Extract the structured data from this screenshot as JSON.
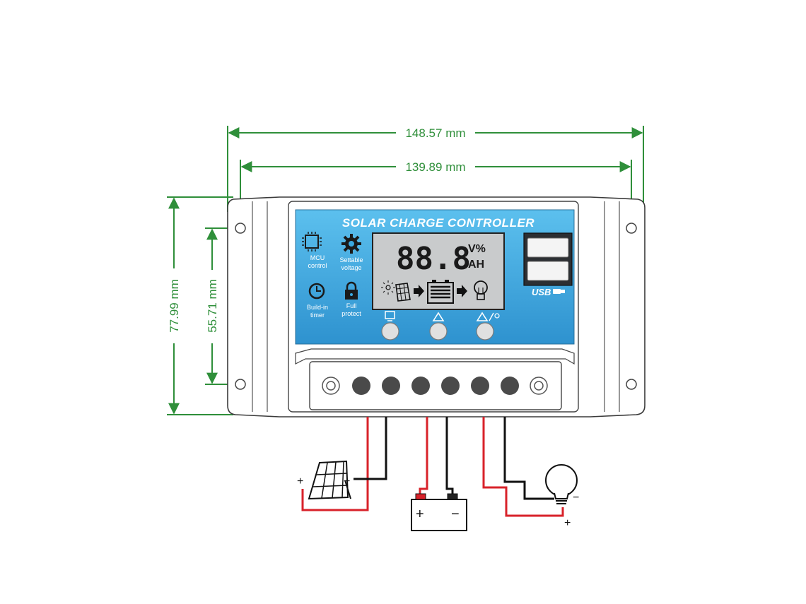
{
  "dimensions": {
    "overall_width": "148.57 mm",
    "hole_spacing_width": "139.89 mm",
    "overall_height": "77.99 mm",
    "hole_spacing_height": "55.71 mm"
  },
  "panel": {
    "title": "SOLAR CHARGE CONTROLLER",
    "lcd_digits": "88.8",
    "lcd_unit_top": "V%",
    "lcd_unit_bottom": "AH",
    "usb_label": "USB",
    "features": [
      {
        "icon": "chip-icon",
        "line1": "MCU",
        "line2": "control"
      },
      {
        "icon": "gear-icon",
        "line1": "Settable",
        "line2": "voltage"
      },
      {
        "icon": "clock-icon",
        "line1": "Build-in",
        "line2": "timer"
      },
      {
        "icon": "lock-icon",
        "line1": "Full",
        "line2": "protect"
      }
    ]
  },
  "wiring": {
    "solar_plus": "+",
    "solar_minus": "−",
    "battery_plus": "+",
    "battery_minus": "−",
    "load_plus": "+",
    "load_minus": "−"
  },
  "colors": {
    "dimension": "#2f8f3a",
    "panel_blue": "#3aa8e0",
    "wire_red": "#d8222a",
    "wire_black": "#111111"
  }
}
